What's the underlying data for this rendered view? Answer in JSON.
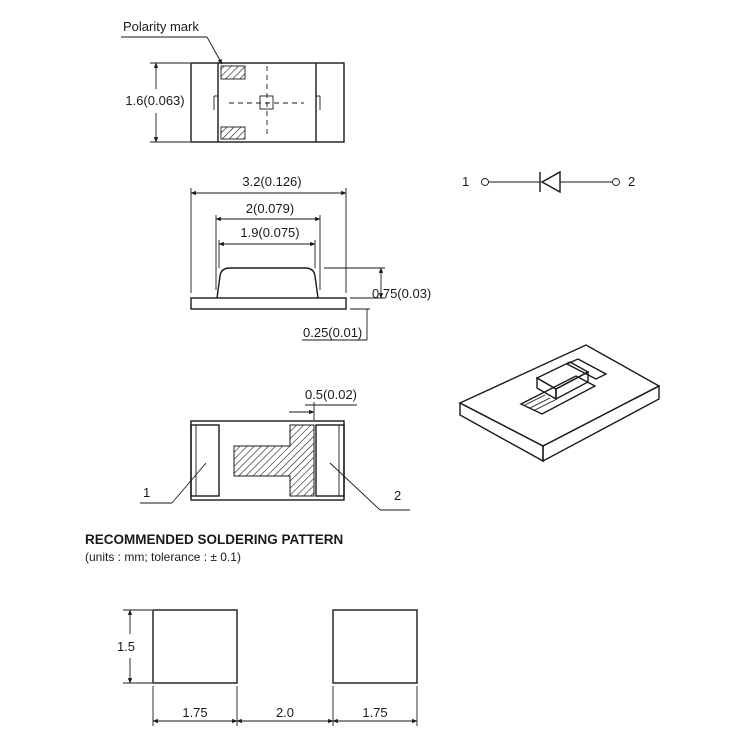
{
  "labels": {
    "polarity_mark": "Polarity mark",
    "height": "1.6(0.063)",
    "length": "3.2(0.126)",
    "inner_2": "2(0.079)",
    "inner_19": "1.9(0.075)",
    "body_height": "0.75(0.03)",
    "pad_height": "0.25(0.01)",
    "gap": "0.5(0.02)",
    "pin1": "1",
    "pin2": "2",
    "schem_pin1": "1",
    "schem_pin2": "2"
  },
  "soldering": {
    "title": "RECOMMENDED SOLDERING PATTERN",
    "subtitle": "(units : mm; tolerance : ± 0.1)",
    "pad_height": "1.5",
    "pad_width_left": "1.75",
    "spacing": "2.0",
    "pad_width_right": "1.75"
  }
}
